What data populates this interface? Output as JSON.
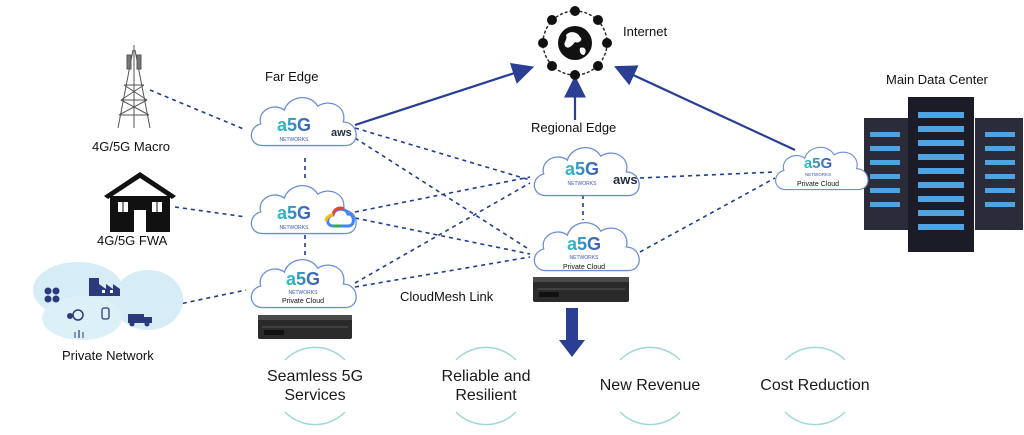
{
  "labels": {
    "internet": "Internet",
    "far_edge": "Far Edge",
    "regional_edge": "Regional Edge",
    "main_dc": "Main Data Center",
    "macro": "4G/5G Macro",
    "fwa": "4G/5G FWA",
    "private_network": "Private Network",
    "cloudmesh": "CloudMesh Link"
  },
  "clouds": {
    "brand_logo": "a5G",
    "brand_sub": "NETWORKS",
    "aws": "aws",
    "private_cloud": "Private Cloud"
  },
  "benefits": {
    "seamless_1": "Seamless 5G",
    "seamless_2": "Services",
    "reliable_1": "Reliable and",
    "reliable_2": "Resilient",
    "revenue": "New Revenue",
    "cost": "Cost Reduction"
  },
  "colors": {
    "link": "#1f3d8f",
    "arrow": "#2a3f94",
    "cloud_stroke": "#6a8ed8",
    "logo_gradient_start": "#2fc5c9",
    "logo_gradient_end": "#3c56b7",
    "arc": "#9fd9d2"
  },
  "icons": [
    "internet-globe-icon",
    "cell-tower-icon",
    "house-icon",
    "private-network-icon",
    "server-rack-icon",
    "data-center-icon",
    "google-cloud-icon",
    "aws-logo-icon"
  ]
}
